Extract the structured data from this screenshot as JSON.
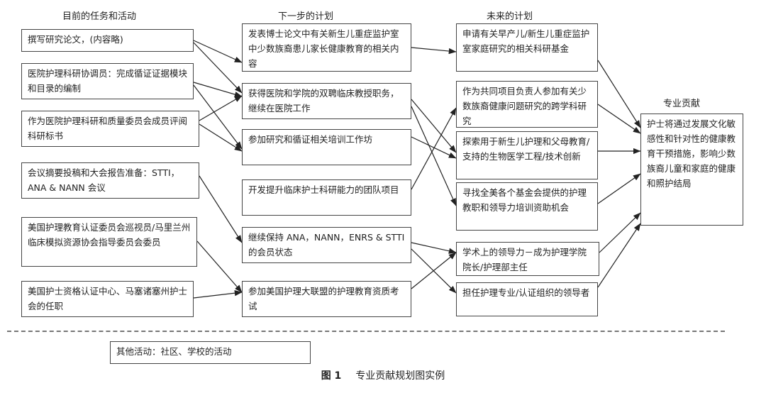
{
  "headers": {
    "current": "目前的任务和活动",
    "next": "下一步的计划",
    "future": "未来的计划",
    "contribution": "专业贡献"
  },
  "col1": [
    "撰写研究论文，(内容略)",
    "医院护理科研协调员：完成循证证据模块和目录的编制",
    "作为医院护理科研和质量委员会成员评阅科研标书",
    "会议摘要投稿和大会报告准备：STTI，ANA & NANN 会议",
    "美国护理教育认证委员会巡视员/马里兰州临床模拟资源协会指导委员会委员",
    "美国护士资格认证中心、马塞诸塞州护士会的任职"
  ],
  "col2": [
    "发表博士论文中有关新生儿重症监护室中少数族裔患儿家长健康教育的相关内容",
    "获得医院和学院的双聘临床教授职务，继续在医院工作",
    "参加研究和循证相关培训工作坊",
    "开发提升临床护士科研能力的团队项目",
    "继续保持 ANA，NANN，ENRS & STTI 的会员状态",
    "参加美国护理大联盟的护理教育资质考试"
  ],
  "col3": [
    "申请有关早产儿/新生儿重症监护室家庭研究的相关科研基金",
    "作为共同项目负责人参加有关少数族裔健康问题研究的跨学科研究",
    "探索用于新生儿护理和父母教育/支持的生物医学工程/技术创新",
    "寻找全美各个基金会提供的护理教职和领导力培训资助机会",
    "学术上的领导力－成为护理学院院长/护理部主任",
    "担任护理专业/认证组织的领导者"
  ],
  "outcome": "护士将通过发展文化敏感性和针对性的健康教育干预措施，影响少数族裔儿童和家庭的健康和照护结局",
  "other": "其他活动：社区、学校的活动",
  "caption": {
    "figure": "图 1",
    "title": "专业贡献规划图实例"
  }
}
